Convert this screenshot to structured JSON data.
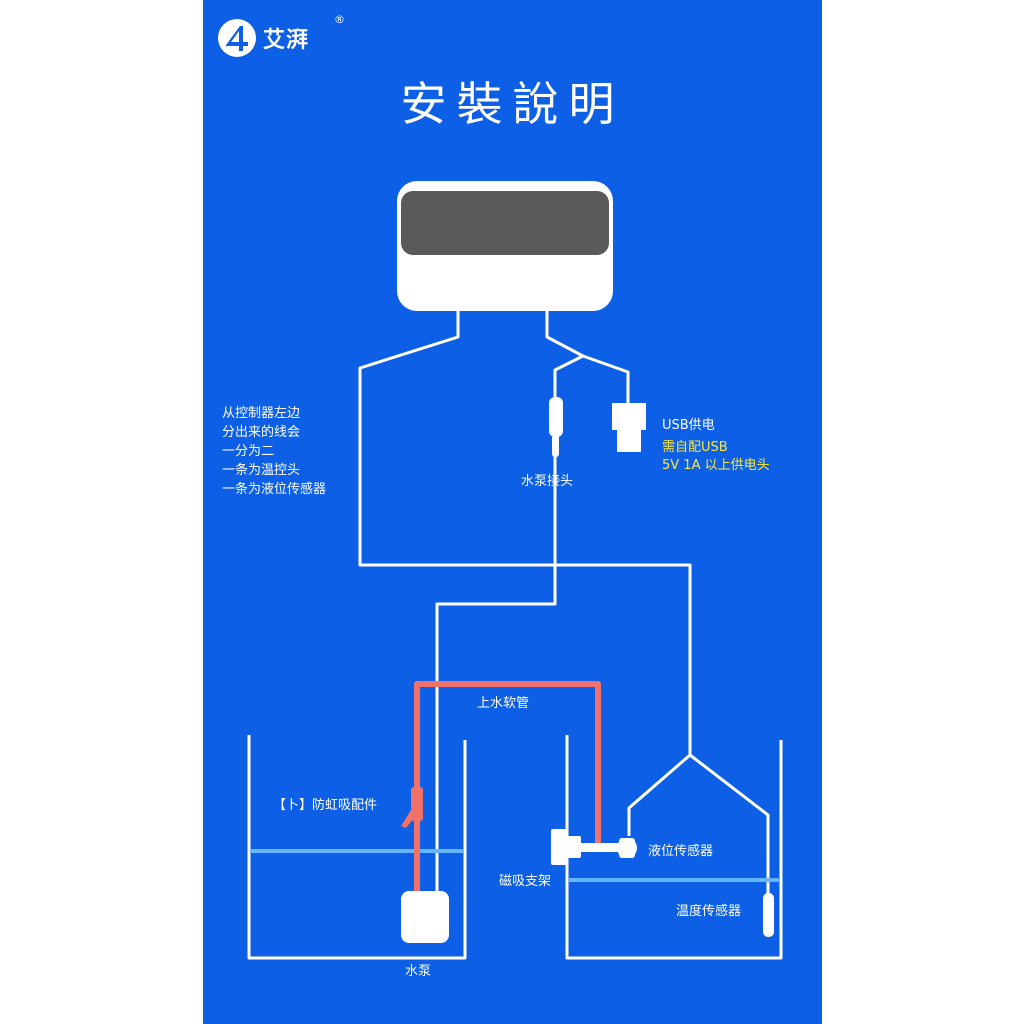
{
  "brand": {
    "name": "艾湃",
    "registered_mark": "®",
    "logo_icon": "brand-logo-icon"
  },
  "title": "安裝說明",
  "colors": {
    "background": "#0d5fe6",
    "line": "#ffffff",
    "hose": "#f0716a",
    "water": "#66b6ff",
    "screen": "#5a5a5a",
    "highlight_text": "#ffe93a"
  },
  "left_note": [
    "从控制器左边",
    "分出来的线会",
    "一分为二",
    "一条为温控头",
    "一条为液位传感器"
  ],
  "usb": {
    "label": "USB供电",
    "notes": [
      "需自配USB",
      "5V 1A 以上供电头"
    ]
  },
  "labels": {
    "pump_connector": "水泵接头",
    "hose": "上水软管",
    "anti_siphon": "【卜】防虹吸配件",
    "level_sensor": "液位传感器",
    "magnetic_holder": "磁吸支架",
    "temp_sensor": "温度传感器",
    "pump": "水泵"
  }
}
